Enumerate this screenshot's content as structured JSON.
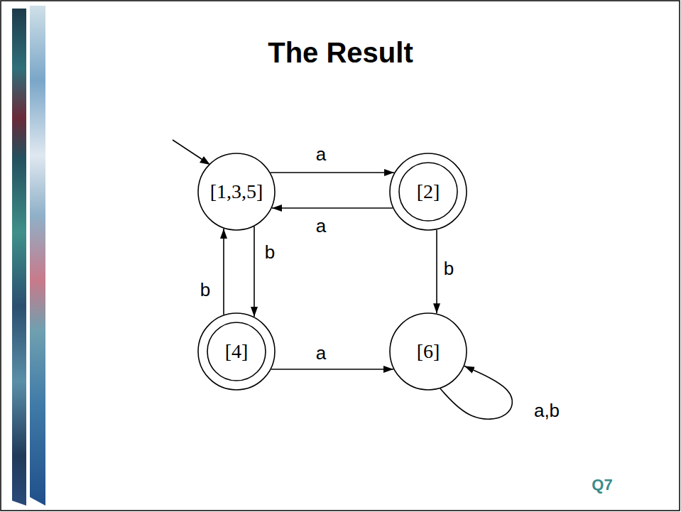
{
  "diagram": {
    "title": "The Result",
    "nodes": [
      {
        "text": [
          "[1,3,5]"
        ]
      },
      {
        "text": [
          "[2]"
        ]
      },
      {
        "text": [
          "[4]"
        ]
      },
      {
        "text": [
          "[6]"
        ]
      }
    ],
    "edges": [
      {
        "from": 0,
        "to": 1,
        "label": "a",
        "arrow": "to"
      },
      {
        "from": 1,
        "to": 0,
        "label": "a",
        "arrow": "to"
      },
      {
        "from": 0,
        "to": 2,
        "label": "b",
        "arrow": "to"
      },
      {
        "from": 2,
        "to": 0,
        "label": "b",
        "arrow": "to"
      },
      {
        "from": 1,
        "to": 3,
        "label": "b",
        "arrow": "to"
      },
      {
        "from": 2,
        "to": 3,
        "label": "a",
        "arrow": "to"
      },
      {
        "from": 3,
        "to": 3,
        "label": "a,b",
        "arrow": "to"
      }
    ],
    "labels": [
      "Q7"
    ]
  }
}
